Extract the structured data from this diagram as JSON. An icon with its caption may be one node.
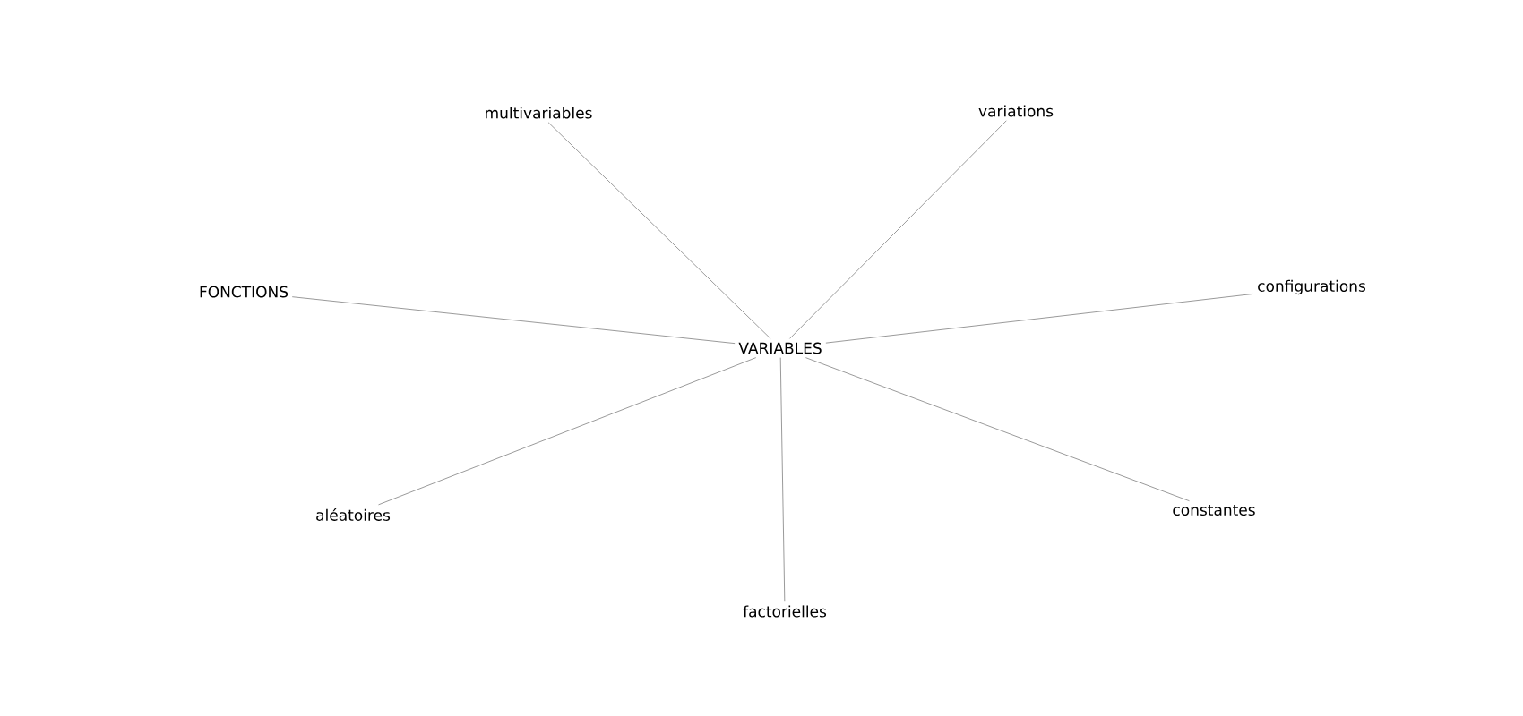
{
  "diagram": {
    "nodes": [
      {
        "text": [
          "multivariables"
        ]
      },
      {
        "text": [
          "variations"
        ]
      },
      {
        "text": [
          "FONCTIONS"
        ]
      },
      {
        "text": [
          "configurations"
        ]
      },
      {
        "text": [
          "VARIABLES"
        ]
      },
      {
        "text": [
          "aléatoires"
        ]
      },
      {
        "text": [
          "constantes"
        ]
      },
      {
        "text": [
          "factorielles"
        ]
      }
    ],
    "edges": [
      {
        "from": 4,
        "to": 0,
        "arrow": "none"
      },
      {
        "from": 4,
        "to": 1,
        "arrow": "none"
      },
      {
        "from": 4,
        "to": 2,
        "arrow": "none"
      },
      {
        "from": 4,
        "to": 3,
        "arrow": "none"
      },
      {
        "from": 4,
        "to": 5,
        "arrow": "none"
      },
      {
        "from": 4,
        "to": 6,
        "arrow": "none"
      },
      {
        "from": 4,
        "to": 7,
        "arrow": "none"
      }
    ]
  }
}
